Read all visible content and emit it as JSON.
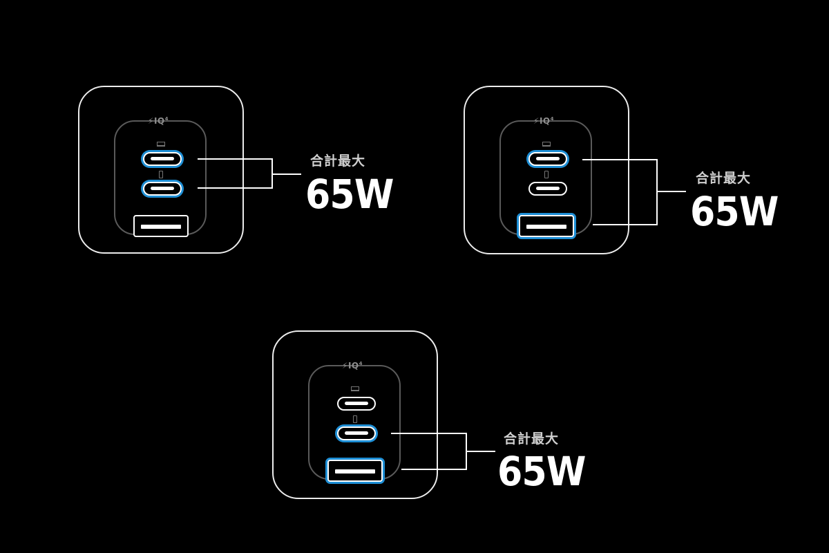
{
  "panels": [
    {
      "logo": "IQ",
      "logo_sup": "4",
      "active_ports": [
        "usb-c-1",
        "usb-c-2"
      ],
      "label_top": "合計最大",
      "label_big": "65W"
    },
    {
      "logo": "IQ",
      "logo_sup": "4",
      "active_ports": [
        "usb-c-1",
        "usb-a"
      ],
      "label_top": "合計最大",
      "label_big": "65W"
    },
    {
      "logo": "IQ",
      "logo_sup": "4",
      "active_ports": [
        "usb-c-2",
        "usb-a"
      ],
      "label_top": "合計最大",
      "label_big": "65W"
    }
  ],
  "colors": {
    "background": "#000000",
    "outline": "#ececec",
    "active_port_ring": "#1e8fd6",
    "bay": "#5a5a5a"
  },
  "icons": [
    "lightning-icon",
    "laptop-icon",
    "phone-icon"
  ]
}
